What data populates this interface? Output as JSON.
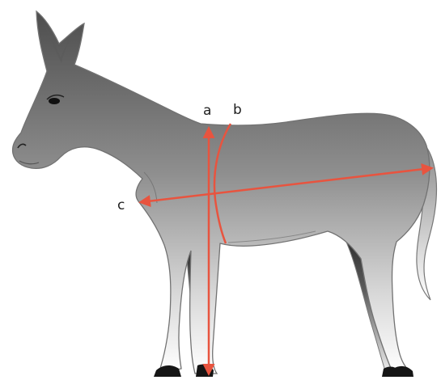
{
  "labels": {
    "a": "a",
    "b": "b",
    "c": "c"
  },
  "colors": {
    "measure": "#e8543f",
    "body_dark": "#555555",
    "body_light": "#ffffff",
    "outline": "#6f6f6f",
    "hoof": "#151515"
  }
}
